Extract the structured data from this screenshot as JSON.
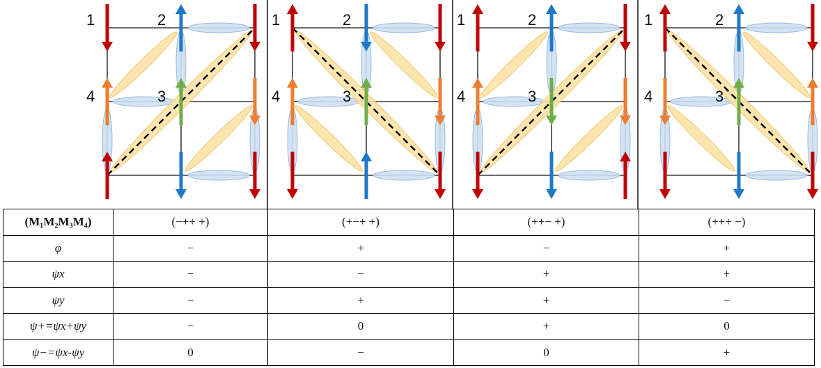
{
  "colors": {
    "up_down_red": "#c00000",
    "blue": "#1f78c8",
    "green": "#70ad47",
    "orange": "#ed7d31",
    "ellipse_blue_fill": "#cfe0f3",
    "ellipse_blue_stroke": "#8fb3dd",
    "ellipse_yellow_fill": "#fde3a7",
    "ellipse_yellow_stroke": "#f2c05c"
  },
  "panels": [
    {
      "labels": [
        "1",
        "2",
        "3",
        "4"
      ],
      "arrows": {
        "top_left": {
          "color": "red",
          "dir": "down"
        },
        "top_mid": {
          "color": "blue",
          "dir": "up"
        },
        "top_right": {
          "color": "red",
          "dir": "down"
        },
        "mid_left": {
          "color": "orange",
          "dir": "up"
        },
        "mid_mid": {
          "color": "green",
          "dir": "up"
        },
        "mid_right": {
          "color": "orange",
          "dir": "down"
        },
        "bot_left": {
          "color": "red",
          "dir": "up"
        },
        "bot_mid": {
          "color": "blue",
          "dir": "down"
        },
        "bot_right": {
          "color": "red",
          "dir": "down"
        }
      },
      "diagonal": "bottom-left-to-top-right"
    },
    {
      "labels": [
        "1",
        "2",
        "3",
        "4"
      ],
      "arrows": {
        "top_left": {
          "color": "red",
          "dir": "up"
        },
        "top_mid": {
          "color": "blue",
          "dir": "down"
        },
        "top_right": {
          "color": "red",
          "dir": "down"
        },
        "mid_left": {
          "color": "orange",
          "dir": "up"
        },
        "mid_mid": {
          "color": "green",
          "dir": "up"
        },
        "mid_right": {
          "color": "orange",
          "dir": "down"
        },
        "bot_left": {
          "color": "red",
          "dir": "down"
        },
        "bot_mid": {
          "color": "blue",
          "dir": "up"
        },
        "bot_right": {
          "color": "red",
          "dir": "down"
        }
      },
      "diagonal": "top-left-to-bottom-right"
    },
    {
      "labels": [
        "1",
        "2",
        "3",
        "4"
      ],
      "arrows": {
        "top_left": {
          "color": "red",
          "dir": "up"
        },
        "top_mid": {
          "color": "blue",
          "dir": "up"
        },
        "top_right": {
          "color": "red",
          "dir": "down"
        },
        "mid_left": {
          "color": "orange",
          "dir": "up"
        },
        "mid_mid": {
          "color": "green",
          "dir": "down"
        },
        "mid_right": {
          "color": "orange",
          "dir": "down"
        },
        "bot_left": {
          "color": "red",
          "dir": "down"
        },
        "bot_mid": {
          "color": "blue",
          "dir": "down"
        },
        "bot_right": {
          "color": "red",
          "dir": "up"
        }
      },
      "diagonal": "bottom-left-to-top-right"
    },
    {
      "labels": [
        "1",
        "2",
        "3",
        "4"
      ],
      "arrows": {
        "top_left": {
          "color": "red",
          "dir": "up"
        },
        "top_mid": {
          "color": "blue",
          "dir": "up"
        },
        "top_right": {
          "color": "red",
          "dir": "down"
        },
        "mid_left": {
          "color": "orange",
          "dir": "down"
        },
        "mid_mid": {
          "color": "green",
          "dir": "up"
        },
        "mid_right": {
          "color": "orange",
          "dir": "up"
        },
        "bot_left": {
          "color": "red",
          "dir": "down"
        },
        "bot_mid": {
          "color": "blue",
          "dir": "down"
        },
        "bot_right": {
          "color": "red",
          "dir": "down"
        }
      },
      "diagonal": "top-left-to-bottom-right"
    }
  ],
  "table": {
    "header": {
      "label": "(M₁M₂M₃M₄)",
      "columns": [
        "(−++ +)",
        "(+−+ +)",
        "(++− +)",
        "(+++ −)"
      ]
    },
    "rows": [
      {
        "label": "φ",
        "values": [
          "−",
          "+",
          "−",
          "+"
        ]
      },
      {
        "label": "ψx",
        "values": [
          "−",
          "−",
          "+",
          "+"
        ]
      },
      {
        "label": "ψy",
        "values": [
          "−",
          "+",
          "+",
          "−"
        ]
      },
      {
        "label": "ψ+=ψx+ψy",
        "values": [
          "−",
          "0",
          "+",
          "0"
        ]
      },
      {
        "label": "ψ−=ψx-ψy",
        "values": [
          "0",
          "−",
          "0",
          "+"
        ]
      }
    ]
  }
}
